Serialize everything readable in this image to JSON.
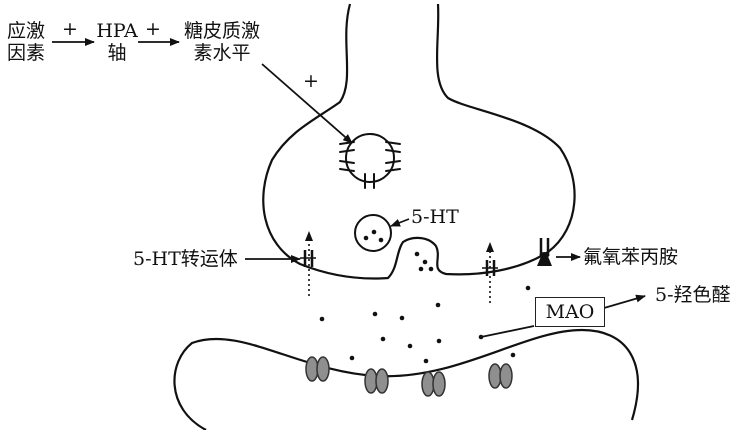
{
  "cascade": {
    "stress_factor": [
      "应激",
      "因素"
    ],
    "hpa_axis": [
      "HPA",
      "轴"
    ],
    "cortisol_level": [
      "糖皮质激",
      "素水平"
    ],
    "plus_sign": "+"
  },
  "synapse": {
    "vesicle_label": "5-HT",
    "transporter_label": "5-HT转运体",
    "fluoxetine_label": "氟氧苯丙胺",
    "enzyme_label": "MAO",
    "metabolite_label": "5-羟色醛"
  }
}
